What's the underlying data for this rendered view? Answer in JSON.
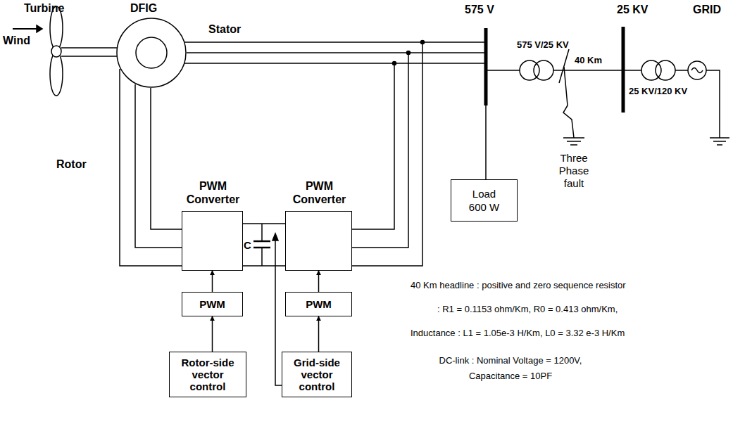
{
  "diagram": {
    "nodes": [
      {
        "text": [
          "PWM Converter"
        ]
      },
      {
        "text": [
          "PWM Converter"
        ]
      },
      {
        "text": [
          "PWM"
        ]
      },
      {
        "text": [
          "PWM"
        ]
      },
      {
        "text": [
          "Rotor-side vector control"
        ]
      },
      {
        "text": [
          "Grid-side vector control"
        ]
      },
      {
        "text": [
          "DFIG"
        ]
      },
      {
        "text": [
          "Load 600 W"
        ]
      }
    ],
    "edges": [
      {
        "from": 2,
        "to": 0,
        "arrow": "to"
      },
      {
        "from": 4,
        "to": 2,
        "arrow": "to"
      },
      {
        "from": 3,
        "to": 1,
        "arrow": "to"
      },
      {
        "from": 5,
        "to": 3,
        "arrow": "to"
      }
    ],
    "labels": [
      "Turbine",
      "Wind",
      "Stator",
      "Rotor",
      "575 V",
      "25 KV",
      "575 V/25 KV",
      "40 Km",
      "25 KV/120 KV",
      "GRID",
      "Three Phase fault",
      "C",
      "40 Km headline : positive and zero sequence resistor",
      ": R1 = 0.1153 ohm/Km, R0 = 0.413 ohm/Km,",
      "Inductance : L1 = 1.05e-3 H/Km, L0 = 3.32 e-3 H/Km",
      "DC-link : Nominal Voltage = 1200V, Capacitance = 10PF"
    ]
  }
}
